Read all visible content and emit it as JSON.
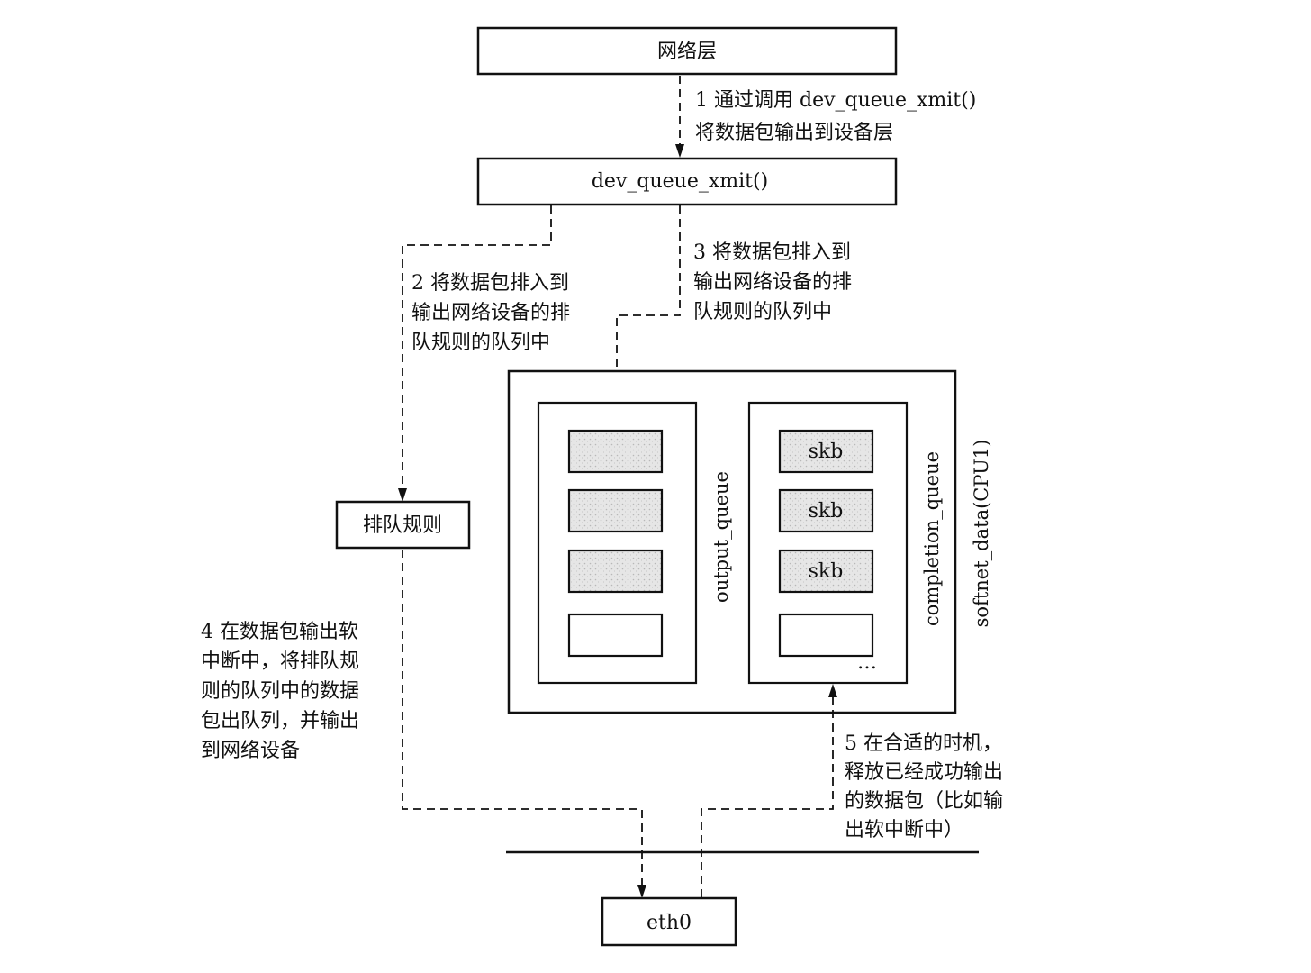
{
  "boxes": {
    "network_layer": "网络层",
    "dev_queue_xmit": "dev_queue_xmit()",
    "qdisc": "排队规则",
    "eth0": "eth0"
  },
  "queues": {
    "output_queue_label": "output_queue",
    "completion_queue_label": "completion_queue",
    "softnet_label": "softnet_data(CPU1)",
    "skb_label": "skb",
    "ellipsis": "…"
  },
  "steps": {
    "step1": [
      "1 通过调用 dev_queue_xmit()",
      "将数据包输出到设备层"
    ],
    "step2": [
      "2 将数据包排入到",
      "输出网络设备的排",
      "队规则的队列中"
    ],
    "step3": [
      "3 将数据包排入到",
      "输出网络设备的排",
      "队规则的队列中"
    ],
    "step4": [
      "4 在数据包输出软",
      "中断中，将排队规",
      "则的队列中的数据",
      "包出队列，并输出",
      "到网络设备"
    ],
    "step5": [
      "5 在合适的时机，",
      "释放已经成功输出",
      "的数据包（比如输",
      "出软中断中）"
    ]
  }
}
